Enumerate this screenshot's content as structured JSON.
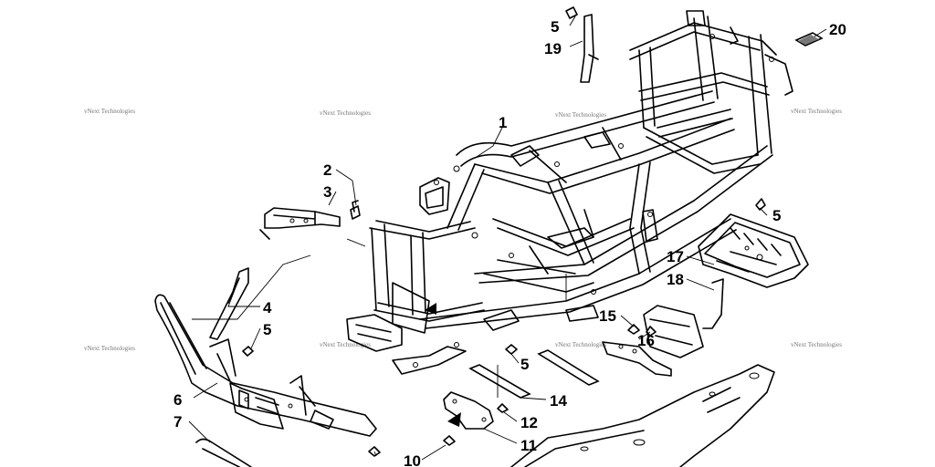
{
  "callouts": [
    {
      "id": "c1",
      "text": "1"
    },
    {
      "id": "c2",
      "text": "2"
    },
    {
      "id": "c3",
      "text": "3"
    },
    {
      "id": "c4",
      "text": "4"
    },
    {
      "id": "c5a",
      "text": "5"
    },
    {
      "id": "c5b",
      "text": "5"
    },
    {
      "id": "c5c",
      "text": "5"
    },
    {
      "id": "c5d",
      "text": "5"
    },
    {
      "id": "c6",
      "text": "6"
    },
    {
      "id": "c7",
      "text": "7"
    },
    {
      "id": "c10",
      "text": "10"
    },
    {
      "id": "c11",
      "text": "11"
    },
    {
      "id": "c12",
      "text": "12"
    },
    {
      "id": "c14",
      "text": "14"
    },
    {
      "id": "c15",
      "text": "15"
    },
    {
      "id": "c16",
      "text": "16"
    },
    {
      "id": "c17",
      "text": "17"
    },
    {
      "id": "c18",
      "text": "18"
    },
    {
      "id": "c19",
      "text": "19"
    },
    {
      "id": "c20",
      "text": "20"
    }
  ],
  "watermark": {
    "text": "vNext Technologies"
  }
}
